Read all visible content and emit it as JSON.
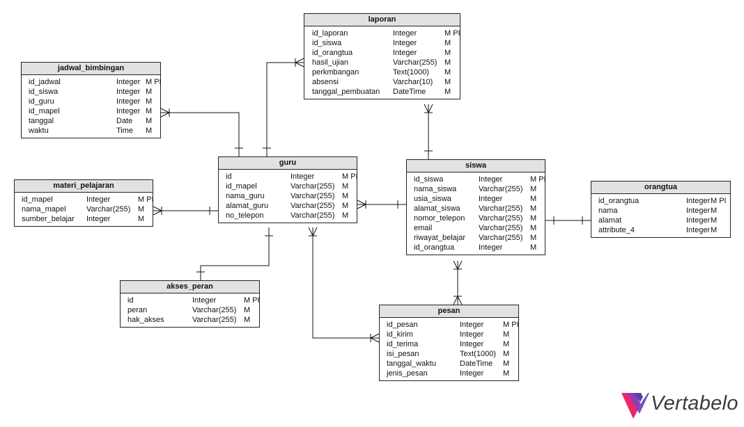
{
  "diagram": {
    "entities": [
      {
        "id": "laporan",
        "title": "laporan",
        "columns": [
          {
            "name": "id_laporan",
            "type": "Integer",
            "flags": "M PI"
          },
          {
            "name": "id_siswa",
            "type": "Integer",
            "flags": "M"
          },
          {
            "name": "id_orangtua",
            "type": "Integer",
            "flags": "M"
          },
          {
            "name": "hasil_ujian",
            "type": "Varchar(255)",
            "flags": "M"
          },
          {
            "name": "perkmbangan",
            "type": "Text(1000)",
            "flags": "M"
          },
          {
            "name": "absensi",
            "type": "Varchar(10)",
            "flags": "M"
          },
          {
            "name": "tanggal_pembuatan",
            "type": "DateTime",
            "flags": "M"
          }
        ]
      },
      {
        "id": "jadwal_bimbingan",
        "title": "jadwal_bimbingan",
        "columns": [
          {
            "name": "id_jadwal",
            "type": "Integer",
            "flags": "M PI"
          },
          {
            "name": "id_siswa",
            "type": "Integer",
            "flags": "M"
          },
          {
            "name": "id_guru",
            "type": "Integer",
            "flags": "M"
          },
          {
            "name": "id_mapel",
            "type": "Integer",
            "flags": "M"
          },
          {
            "name": "tanggal",
            "type": "Date",
            "flags": "M"
          },
          {
            "name": "waktu",
            "type": "Time",
            "flags": "M"
          }
        ]
      },
      {
        "id": "materi_pelajaran",
        "title": "materi_pelajaran",
        "columns": [
          {
            "name": "id_mapel",
            "type": "Integer",
            "flags": "M PI"
          },
          {
            "name": "nama_mapel",
            "type": "Varchar(255)",
            "flags": "M"
          },
          {
            "name": "sumber_belajar",
            "type": "Integer",
            "flags": "M"
          }
        ]
      },
      {
        "id": "guru",
        "title": "guru",
        "columns": [
          {
            "name": "id",
            "type": "Integer",
            "flags": "M PI"
          },
          {
            "name": "id_mapel",
            "type": "Varchar(255)",
            "flags": "M"
          },
          {
            "name": "nama_guru",
            "type": "Varchar(255)",
            "flags": "M"
          },
          {
            "name": "alamat_guru",
            "type": "Varchar(255)",
            "flags": "M"
          },
          {
            "name": "no_telepon",
            "type": "Varchar(255)",
            "flags": "M"
          }
        ]
      },
      {
        "id": "siswa",
        "title": "siswa",
        "columns": [
          {
            "name": "id_siswa",
            "type": "Integer",
            "flags": "M PI"
          },
          {
            "name": "nama_siswa",
            "type": "Varchar(255)",
            "flags": "M"
          },
          {
            "name": "usia_siswa",
            "type": "Integer",
            "flags": "M"
          },
          {
            "name": "alamat_siswa",
            "type": "Varchar(255)",
            "flags": "M"
          },
          {
            "name": "nomor_telepon",
            "type": "Varchar(255)",
            "flags": "M"
          },
          {
            "name": "email",
            "type": "Varchar(255)",
            "flags": "M"
          },
          {
            "name": "riwayat_belajar",
            "type": "Varchar(255)",
            "flags": "M"
          },
          {
            "name": "id_orangtua",
            "type": "Integer",
            "flags": "M"
          }
        ]
      },
      {
        "id": "orangtua",
        "title": "orangtua",
        "columns": [
          {
            "name": "id_orangtua",
            "type": "Integer",
            "flags": "M PI"
          },
          {
            "name": "nama",
            "type": "Integer",
            "flags": "M"
          },
          {
            "name": "alamat",
            "type": "Integer",
            "flags": "M"
          },
          {
            "name": "attribute_4",
            "type": "Integer",
            "flags": "M"
          }
        ]
      },
      {
        "id": "akses_peran",
        "title": "akses_peran",
        "columns": [
          {
            "name": "id",
            "type": "Integer",
            "flags": "M PI"
          },
          {
            "name": "peran",
            "type": "Varchar(255)",
            "flags": "M"
          },
          {
            "name": "hak_akses",
            "type": "Varchar(255)",
            "flags": "M"
          }
        ]
      },
      {
        "id": "pesan",
        "title": "pesan",
        "columns": [
          {
            "name": "id_pesan",
            "type": "Integer",
            "flags": "M PI"
          },
          {
            "name": "id_kirim",
            "type": "Integer",
            "flags": "M"
          },
          {
            "name": "id_terima",
            "type": "Integer",
            "flags": "M"
          },
          {
            "name": "isi_pesan",
            "type": "Text(1000)",
            "flags": "M"
          },
          {
            "name": "tanggal_waktu",
            "type": "DateTime",
            "flags": "M"
          },
          {
            "name": "jenis_pesan",
            "type": "Integer",
            "flags": "M"
          }
        ]
      }
    ],
    "relationships": [
      {
        "id": "guru-jadwal_bimbingan",
        "from": "guru",
        "to": "jadwal_bimbingan",
        "from_end": "one",
        "to_end": "many"
      },
      {
        "id": "guru-laporan",
        "from": "guru",
        "to": "laporan",
        "from_end": "one",
        "to_end": "many"
      },
      {
        "id": "siswa-laporan",
        "from": "siswa",
        "to": "laporan",
        "from_end": "one",
        "to_end": "many"
      },
      {
        "id": "guru-materi_pelajaran",
        "from": "guru",
        "to": "materi_pelajaran",
        "from_end": "one",
        "to_end": "many"
      },
      {
        "id": "siswa-guru",
        "from": "siswa",
        "to": "guru",
        "from_end": "one",
        "to_end": "many"
      },
      {
        "id": "orangtua-siswa",
        "from": "orangtua",
        "to": "siswa",
        "from_end": "one",
        "to_end": "one"
      },
      {
        "id": "guru-akses_peran",
        "from": "guru",
        "to": "akses_peran",
        "from_end": "one",
        "to_end": "one"
      },
      {
        "id": "siswa-pesan",
        "from": "siswa",
        "to": "pesan",
        "from_end": "many",
        "to_end": "many"
      },
      {
        "id": "guru-pesan",
        "from": "guru",
        "to": "pesan",
        "from_end": "many",
        "to_end": "many"
      }
    ]
  },
  "branding": {
    "logo_text": "Vertabelo",
    "logo_icon": "vertabelo-logo-icon",
    "colors": [
      "#e8276c",
      "#8b3fb8",
      "#5b3fa6"
    ]
  }
}
